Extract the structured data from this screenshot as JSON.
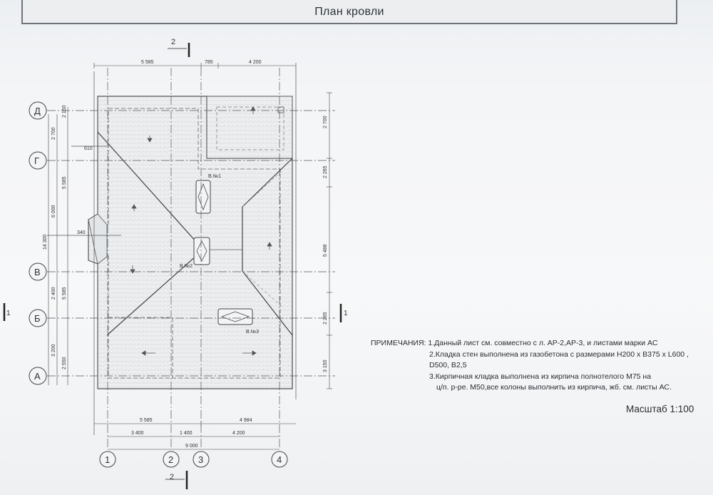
{
  "title": "План кровли",
  "section_marks": {
    "top": "2",
    "bottom": "2",
    "left": "1",
    "right": "1"
  },
  "row_axes": [
    "Д",
    "Г",
    "В",
    "Б",
    "А"
  ],
  "col_axes": [
    "1",
    "2",
    "3",
    "4"
  ],
  "dims_top": [
    "5 585",
    "785",
    "4 200"
  ],
  "dims_bottom": {
    "row1": [
      "5 585",
      "4 984"
    ],
    "row2": [
      "3 400",
      "1 400",
      "4 200"
    ],
    "total": "9 000"
  },
  "dims_left": {
    "inner": [
      "2 150",
      "5 585",
      "5 585",
      "2 550"
    ],
    "middle": [
      "2 700",
      "6 000",
      "2 400",
      "3 200"
    ],
    "total": "14 300"
  },
  "dims_right": [
    "2 700",
    "2 265",
    "5 488",
    "2 265",
    "3 150"
  ],
  "offset_labels": [
    "610",
    "340"
  ],
  "funnels": [
    "В.№1",
    "В.№2",
    "В.№3"
  ],
  "notes": {
    "heading": "ПРИМЕЧАНИЯ:",
    "lines": [
      "1.Данный лист см. совместно с л. АР-2,АР-3, и листами марки АС",
      "2.Кладка стен  выполнена  из газобетона с размерами Н200 х В375 х L600 ,",
      "D500, В2,5",
      "3.Кирпичная кладка выполнена из кирпича  полнотелого М75 на",
      "ц/п. р-ре. М50,все колоны выполнить из кирпича,  жб. см. листы АС."
    ]
  },
  "scale": "Масштаб 1:100"
}
